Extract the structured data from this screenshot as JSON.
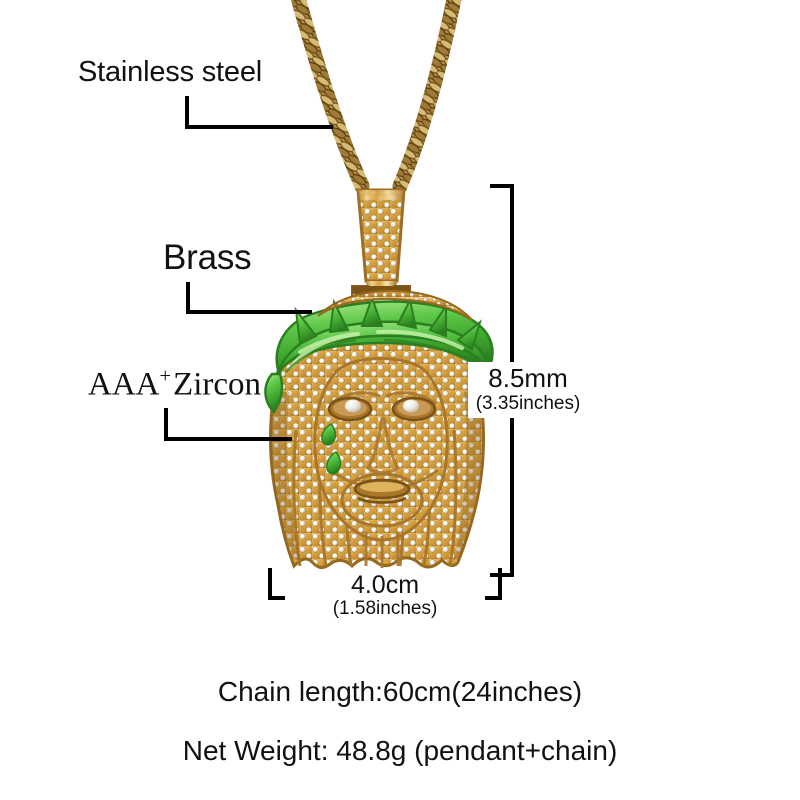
{
  "product": {
    "type": "iced-out jesus face pendant necklace",
    "pendant_colors": {
      "metal": "#D9A441",
      "metal_light": "#F3D88C",
      "metal_dark": "#A9762A",
      "enamel_green": "#55C63F",
      "enamel_green_light": "#A9E88C",
      "enamel_green_dark": "#2E8C22",
      "stone": "#F2F0EA",
      "stone_shadow": "#C9C3B4"
    },
    "chain_color": "#C9A258",
    "line_color": "#000000",
    "background": "#FFFFFF"
  },
  "annotations": [
    {
      "id": "stainless-steel",
      "label": "Stainless steel",
      "points_to": "chain"
    },
    {
      "id": "brass",
      "label": "Brass",
      "points_to": "pendant-body"
    },
    {
      "id": "zircon",
      "label_prefix": "AAA",
      "label_superscript": "+",
      "label_suffix": "Zircon",
      "label_full": "AAA+ Zircon",
      "points_to": "pendant-stones"
    }
  ],
  "dimensions": {
    "height": {
      "primary": "8.5mm",
      "secondary": "(3.35inches)"
    },
    "width": {
      "primary": "4.0cm",
      "secondary": "(1.58inches)"
    }
  },
  "specs": {
    "chain_length": "Chain length:60cm(24inches)",
    "net_weight": "Net Weight: 48.8g (pendant+chain)"
  }
}
